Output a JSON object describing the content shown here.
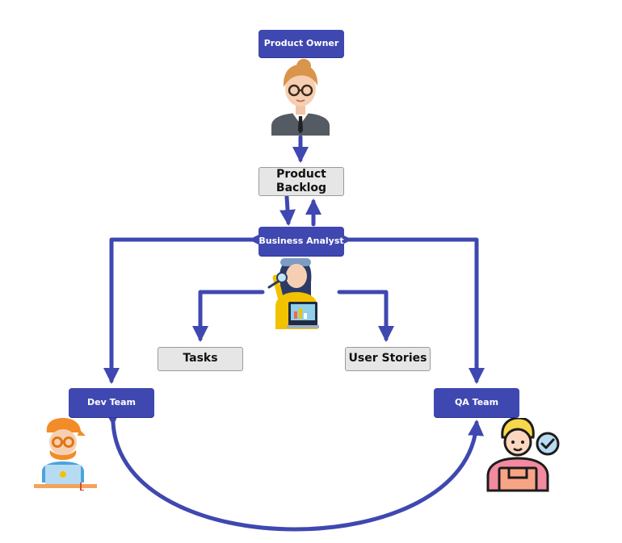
{
  "colors": {
    "role_fill": "#3f48b0",
    "arrow": "#3f48b0",
    "artifact_fill": "#e6e6e6",
    "artifact_border": "#9a9a9a"
  },
  "nodes": {
    "product_owner": "Product Owner",
    "product_backlog": [
      "Product",
      "Backlog"
    ],
    "business_analyst": "Business Analyst",
    "tasks": "Tasks",
    "user_stories": "User Stories",
    "dev_team": "Dev Team",
    "qa_team": "QA Team"
  },
  "icons": {
    "product_owner": "businesswoman-avatar-icon",
    "business_analyst": "analyst-with-magnifier-icon",
    "dev_team": "developer-with-laptop-icon",
    "qa_team": "qa-tester-with-checkmark-icon"
  }
}
